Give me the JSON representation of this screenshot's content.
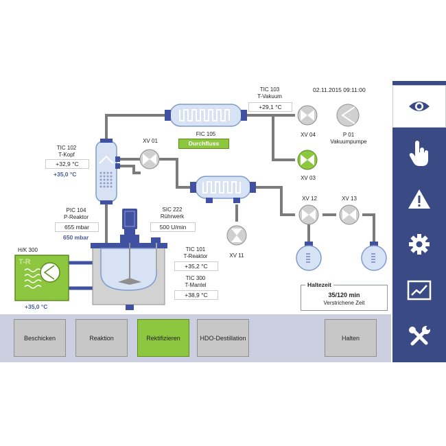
{
  "datetime": "02.11.2015 09:11:00",
  "tic103": {
    "tag": "TIC 103",
    "name": "T-Vakuum",
    "value": "+29,1 °C"
  },
  "tic102": {
    "tag": "TIC 102",
    "name": "T-Kopf",
    "value": "+32,9 °C",
    "setpoint": "+35,0 °C"
  },
  "fic105": {
    "tag": "FIC 105",
    "badge": "Durchfluss"
  },
  "xv01": "XV 01",
  "xv03": "XV 03",
  "xv04": "XV 04",
  "xv11": "XV 11",
  "xv12": "XV 12",
  "xv13": "XV 13",
  "p01": {
    "tag": "P 01",
    "name": "Vakuumpumpe"
  },
  "pic104": {
    "tag": "PIC 104",
    "name": "P-Reaktor",
    "value": "655 mbar",
    "setpoint": "650 mbar"
  },
  "sic222": {
    "tag": "SIC 222",
    "name": "Rührwerk",
    "value": "500 U/min"
  },
  "tic101": {
    "tag": "TIC 101",
    "name": "T-Reaktor",
    "value": "+35,2 °C"
  },
  "tic300": {
    "tag": "TIC 300",
    "name": "T-Mantel",
    "value": "+38,9 °C"
  },
  "hk300": {
    "tag": "H/K 300",
    "unit_label": "T-R",
    "setpoint": "+35,0 °C"
  },
  "holdtime": {
    "title": "Haltezeit",
    "value": "35/120 min",
    "caption": "Verstrichene Zeit"
  },
  "steps": [
    {
      "label": "Beschicken",
      "active": false
    },
    {
      "label": "Reaktion",
      "active": false
    },
    {
      "label": "Rektifizieren",
      "active": true
    },
    {
      "label": "HDO-Destillation",
      "active": false
    }
  ],
  "hold_button": "Halten",
  "sidebar": [
    "eye-icon",
    "touch-icon",
    "warning-icon",
    "gear-icon",
    "trend-icon",
    "tools-icon"
  ],
  "colors": {
    "accent_green": "#8dc63f",
    "sidebar_blue": "#3a4a85",
    "equipment_blue": "#3f51a0",
    "pipe_gray": "#7b7b7b"
  }
}
